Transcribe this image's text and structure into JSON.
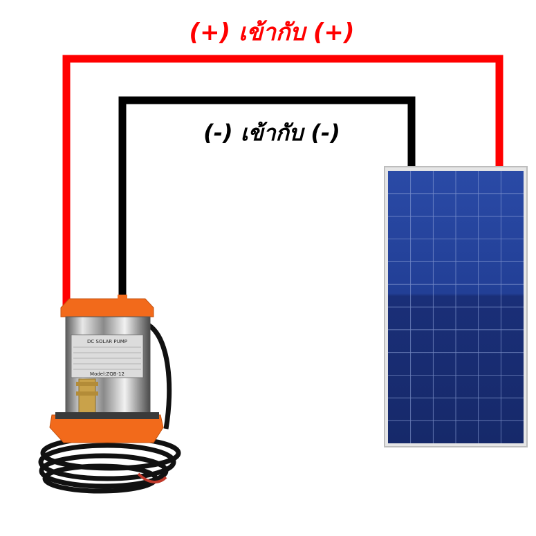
{
  "labels": {
    "positive": "(+) เข้ากับ (+)",
    "negative": "(-) เข้ากับ (-)"
  },
  "pump": {
    "brand_title": "DC SOLAR PUMP",
    "model": "Model:ZQB-12"
  },
  "colors": {
    "positive_wire": "#ff0000",
    "negative_wire": "#000000",
    "pump_orange": "#f26a1b",
    "panel_blue": "#1c3a8a"
  },
  "icons": {
    "pump": "solar-pump-icon",
    "panel": "solar-panel-icon"
  }
}
